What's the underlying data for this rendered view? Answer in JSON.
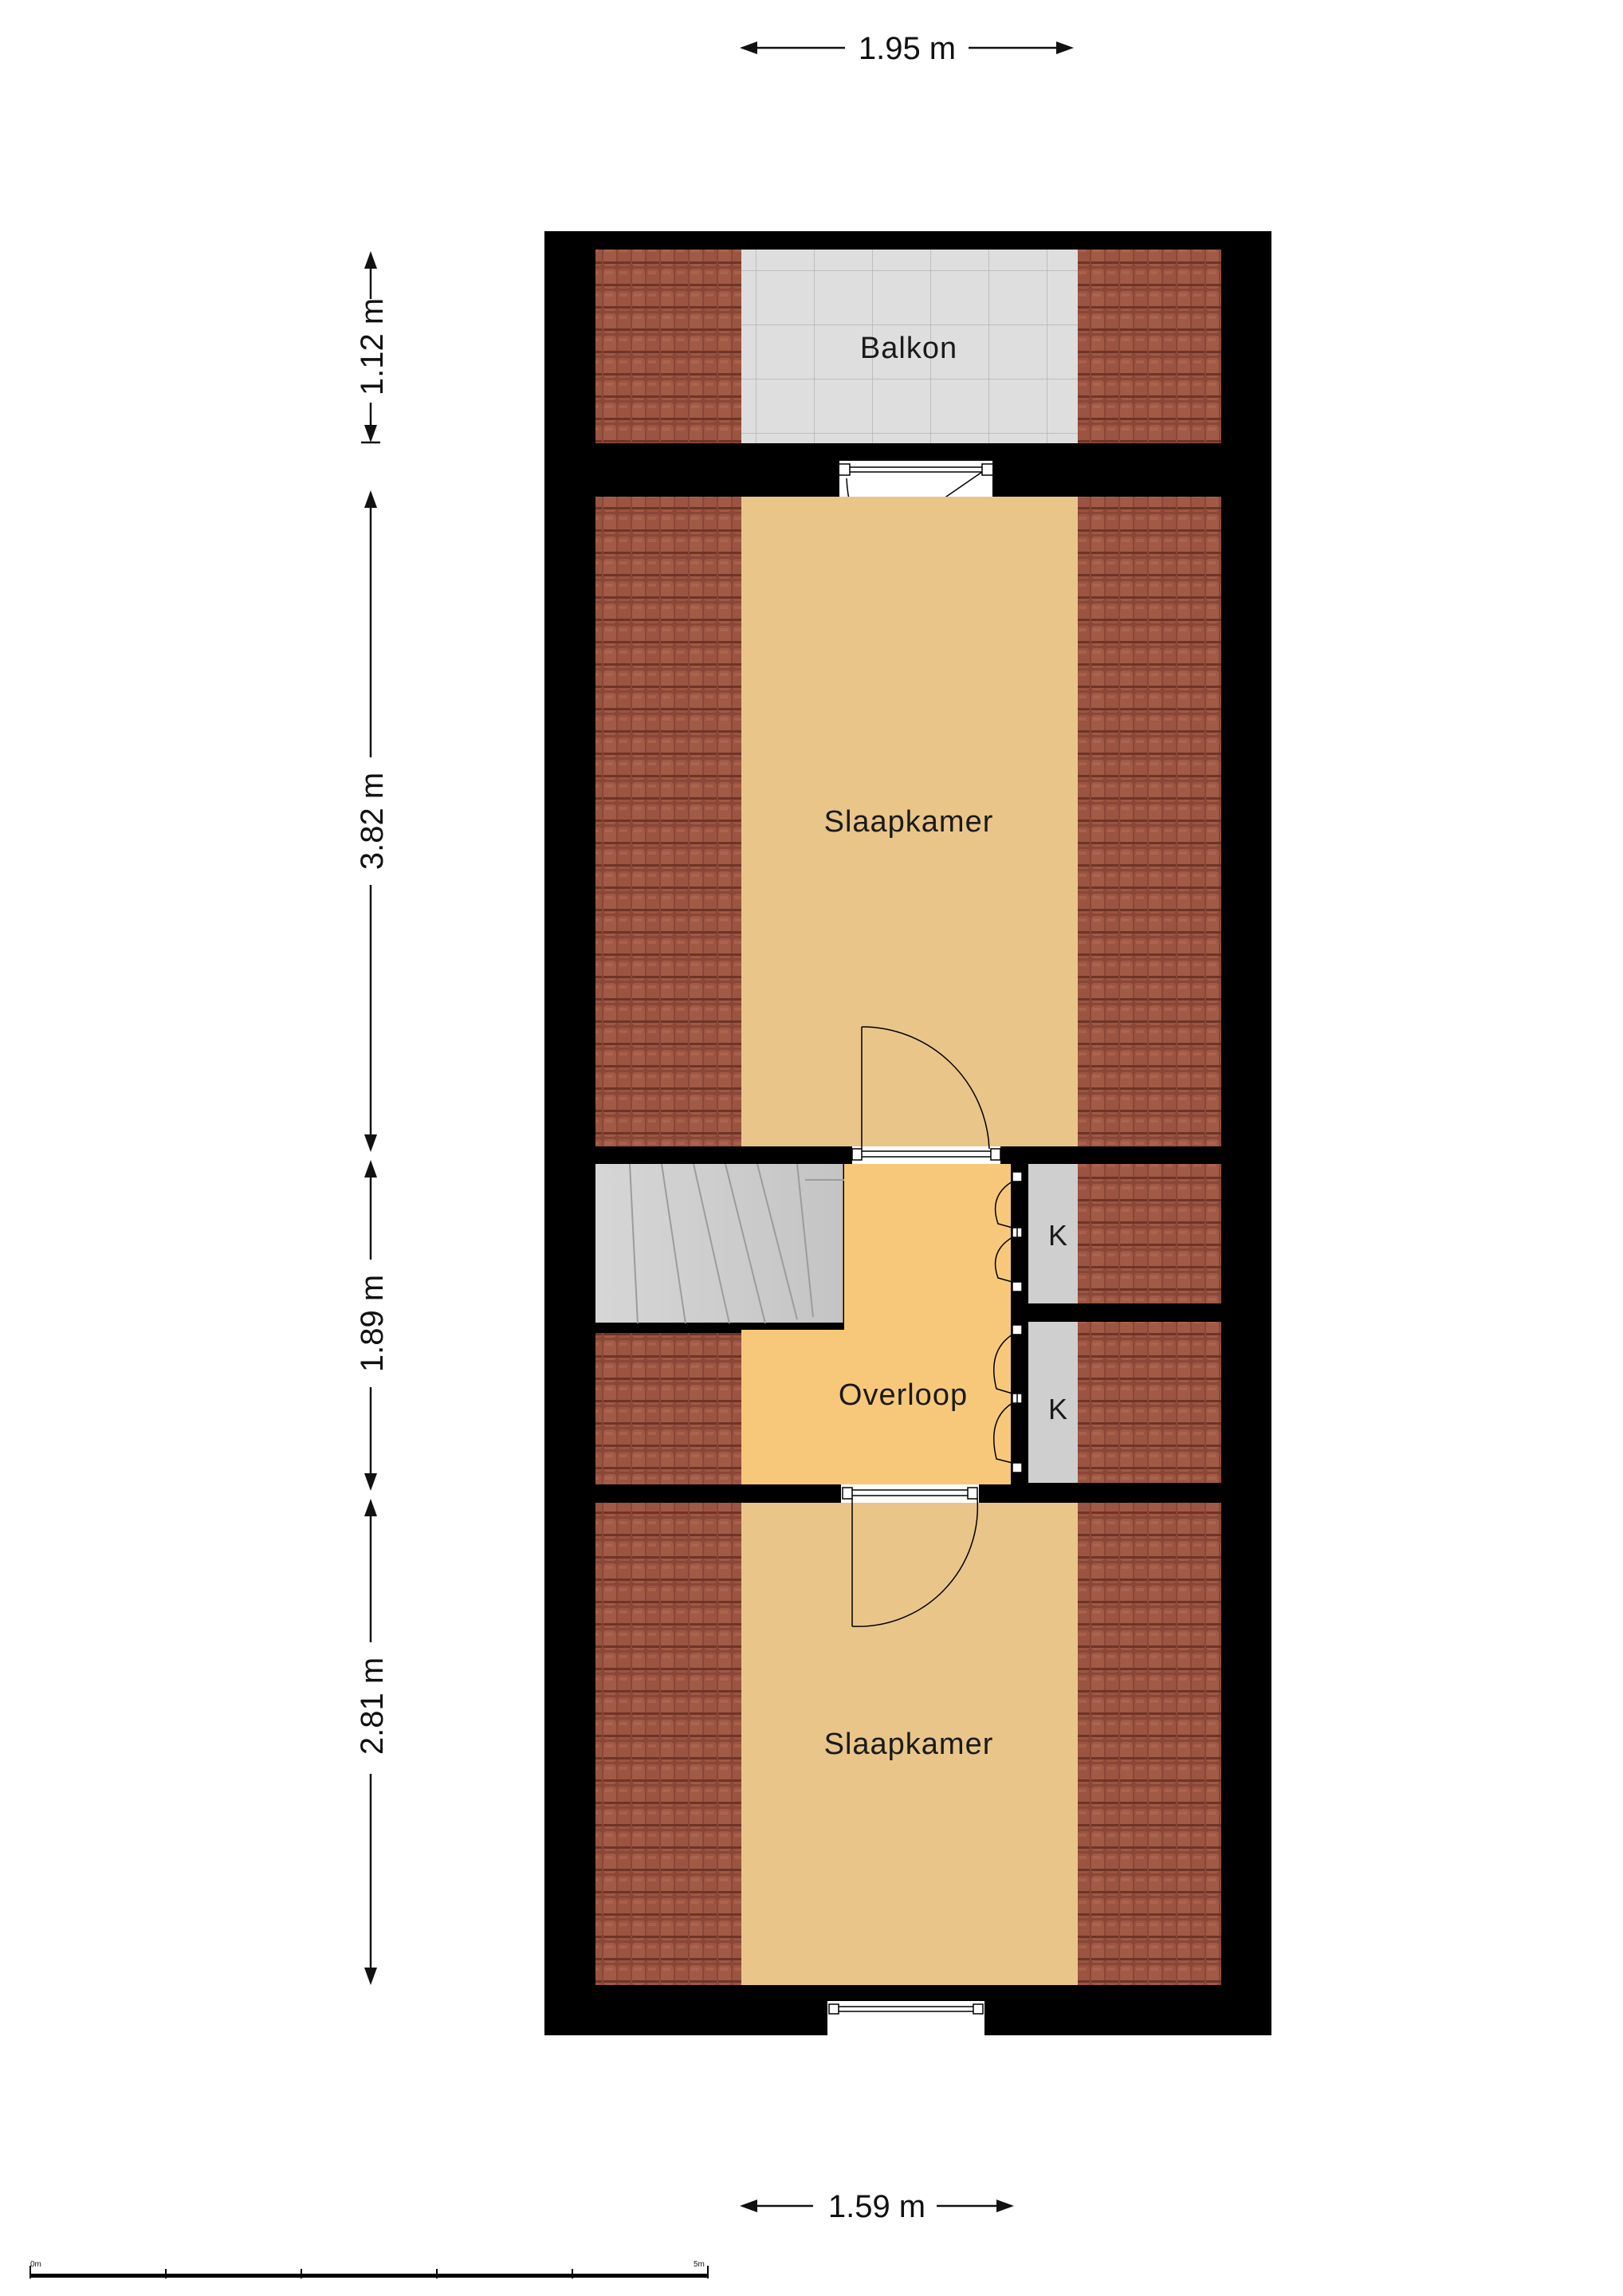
{
  "rooms": {
    "balcony": "Balkon",
    "bedroom_top": "Slaapkamer",
    "landing": "Overloop",
    "closet_top": "K",
    "closet_bottom": "K",
    "bedroom_bottom": "Slaapkamer"
  },
  "dimensions": {
    "top_width": "1.95 m",
    "bottom_width": "1.59 m",
    "left_1": "1.12 m",
    "left_2": "3.82 m",
    "left_3": "1.89 m",
    "left_4": "2.81 m"
  },
  "scale_bar": {
    "start_label": "0m",
    "end_label": "5m"
  },
  "colors": {
    "wall": "#000000",
    "roof_tile": "#8e4b3a",
    "bedroom_floor": "#e9c58a",
    "landing_floor": "#f8c87a",
    "balcony_floor": "#dcdcdc",
    "closet_floor": "#cfcfcf",
    "stair": "#cfcfcf"
  }
}
